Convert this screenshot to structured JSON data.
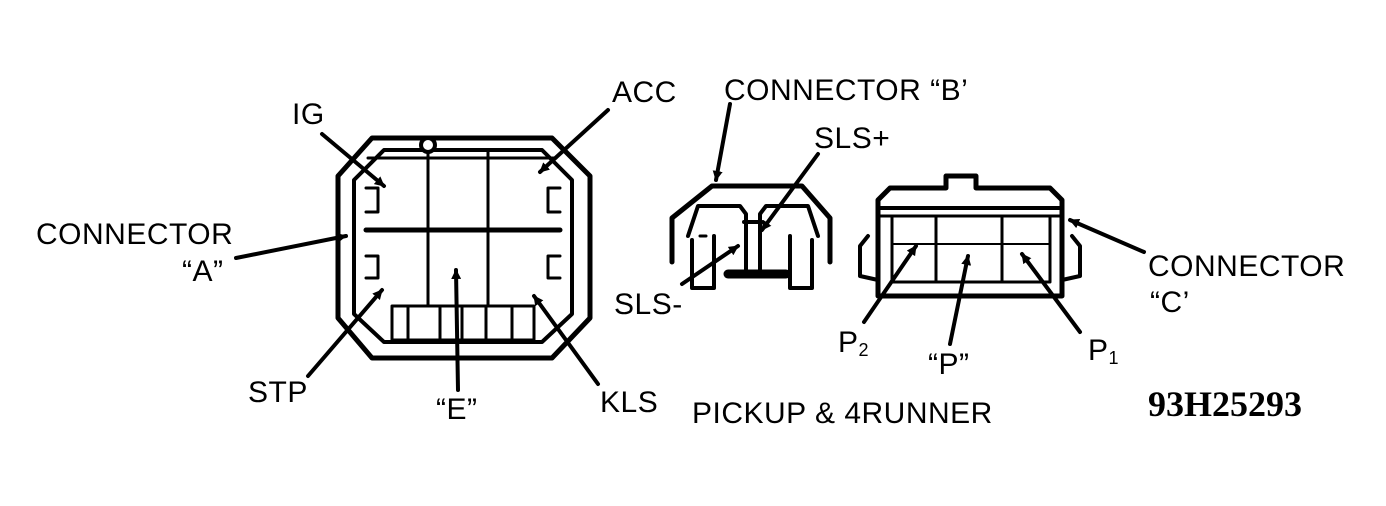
{
  "labels": {
    "ig": "IG",
    "acc": "ACC",
    "connector_a_line1": "CONNECTOR",
    "connector_a_line2": "“A”",
    "stp": "STP",
    "e": "“E”",
    "kls": "KLS",
    "connector_b": "CONNECTOR “B’",
    "sls_plus": "SLS+",
    "sls_minus": "SLS-",
    "connector_c_line1": "CONNECTOR",
    "connector_c_line2": "“C’",
    "p2_letter": "P",
    "p2_sub": "2",
    "p_quoted": "“P”",
    "p1_letter": "P",
    "p1_sub": "1",
    "caption": "PICKUP & 4RUNNER",
    "figure_code": "93H25293"
  },
  "colors": {
    "ink": "#000000",
    "paper": "#ffffff"
  }
}
